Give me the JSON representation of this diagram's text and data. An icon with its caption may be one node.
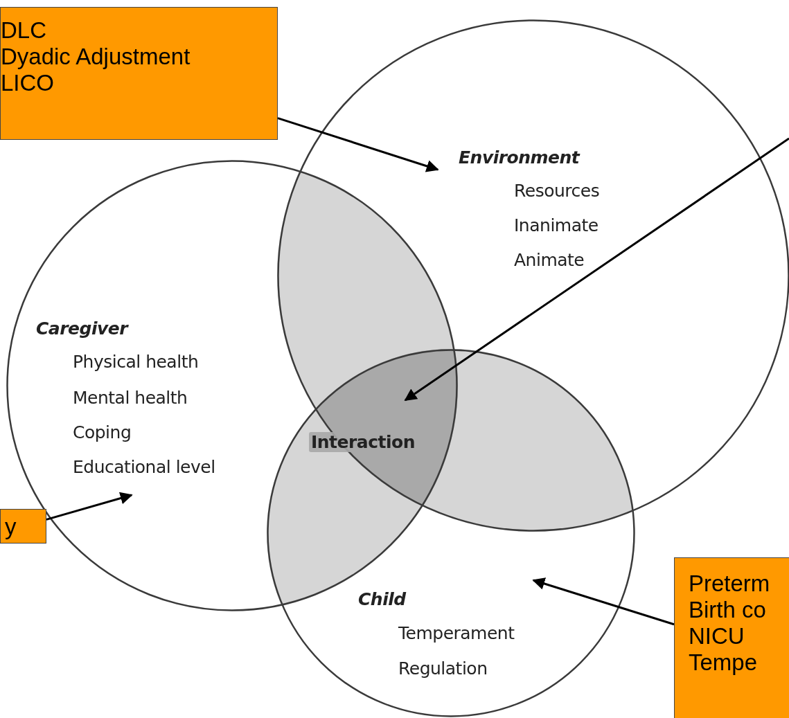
{
  "diagram": {
    "nodes": [
      {
        "text": [
          "DLC",
          "Dyadic Adjustment",
          "LICO"
        ]
      },
      {
        "text": [
          "Environment",
          "Resources",
          "Inanimate",
          "Animate"
        ]
      },
      {
        "text": [
          "Caregiver",
          "Physical health",
          "Mental health",
          "Coping",
          "Educational level"
        ]
      },
      {
        "text": [
          "Interaction"
        ]
      },
      {
        "text": [
          "Child",
          "Temperament",
          "Regulation"
        ]
      },
      {
        "text": [
          "y"
        ]
      },
      {
        "text": [
          "Preterm",
          "Birth co",
          "NICU",
          "Tempe"
        ]
      }
    ],
    "edges": [
      {
        "from": 0,
        "to": 1,
        "arrow": "to"
      },
      {
        "from": null,
        "to": 3,
        "arrow": "to"
      },
      {
        "from": 5,
        "to": 2,
        "arrow": "to"
      },
      {
        "from": 6,
        "to": 4,
        "arrow": "to"
      }
    ]
  }
}
